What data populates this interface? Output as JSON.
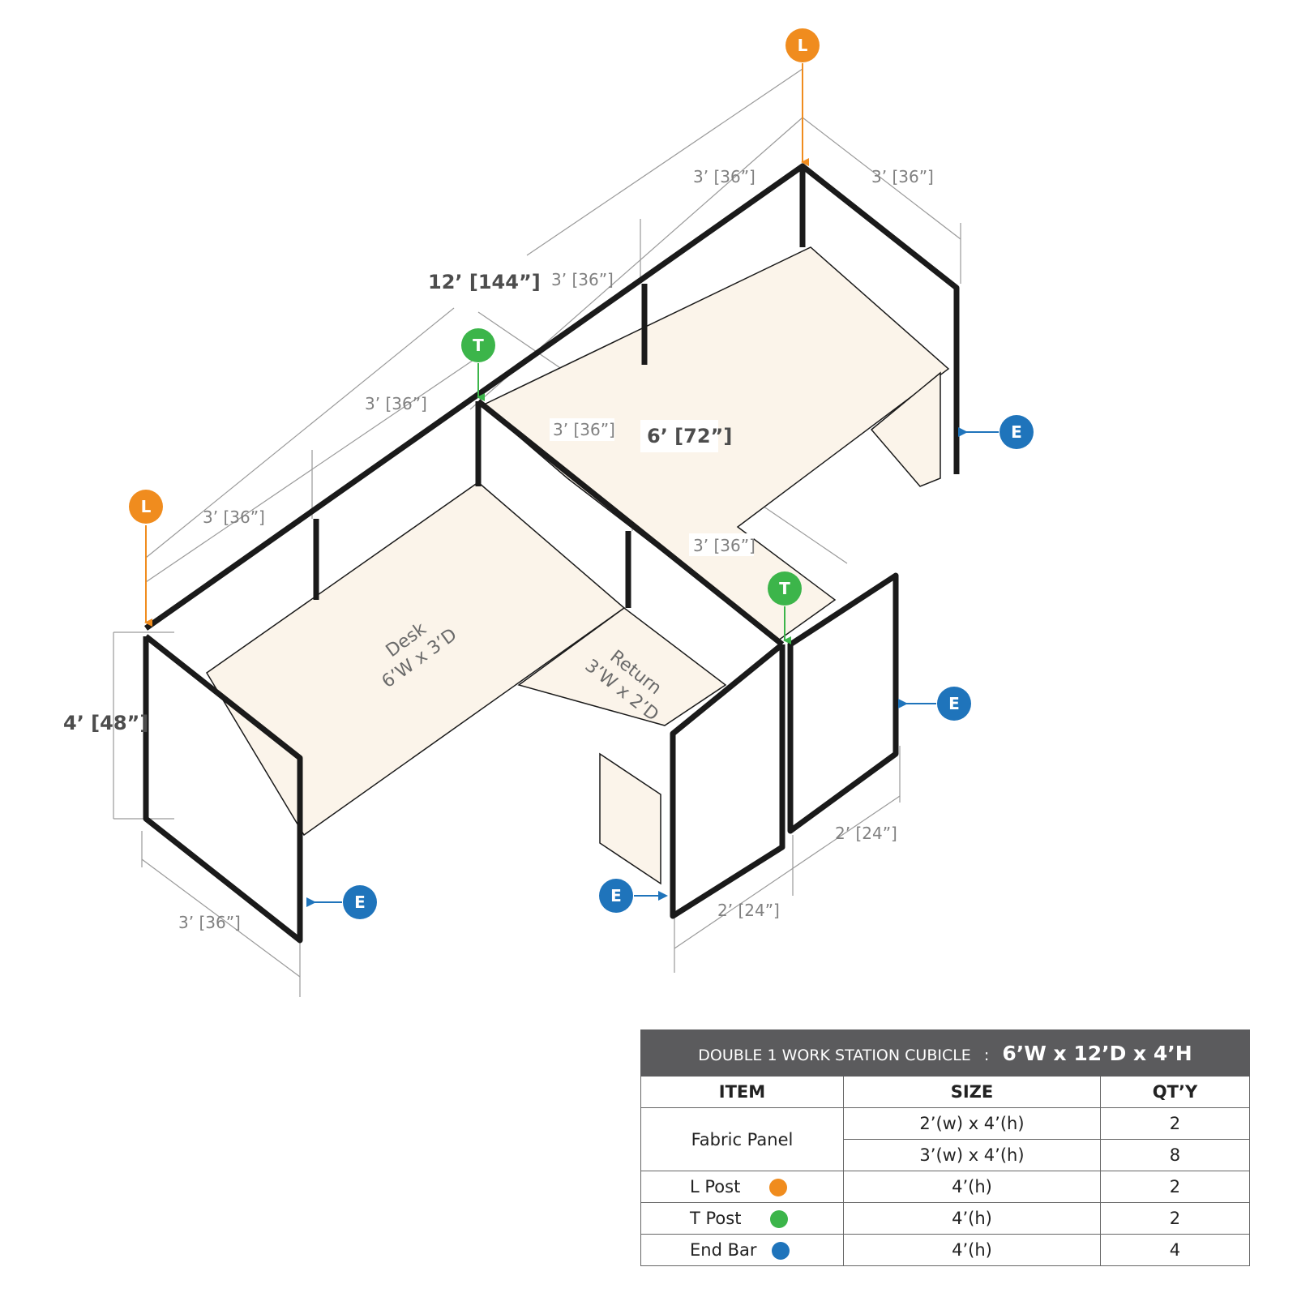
{
  "colors": {
    "l_post": "#f08c1e",
    "t_post": "#3cb54a",
    "end_bar": "#1f74bb",
    "desk_fill": "#fbf4ea",
    "frame": "#1a1a1a",
    "header_bg": "#5b5b5d"
  },
  "diagram": {
    "dimensions": {
      "overall_depth": "12’ [144”]",
      "overall_width": "6’ [72”]",
      "height": "4’ [48”]",
      "d_top_left": "3’ [36”]",
      "d_top_right": "3’ [36”]",
      "d_upper_mid": "3’ [36”]",
      "d_mid": "3’ [36”]",
      "d_lower": "3’ [36”]",
      "d_width_mid": "3’ [36”]",
      "d_width_low": "3’ [36”]",
      "d_bottom_left": "3’ [36”]",
      "d_front_right": "2’ [24”]",
      "d_front_left": "2’ [24”]"
    },
    "labels": {
      "desk_name": "Desk",
      "desk_size": "6’W x 3’D",
      "return_name": "Return",
      "return_size": "3’W x 2’D"
    },
    "callouts": {
      "l_letter": "L",
      "t_letter": "T",
      "e_letter": "E"
    }
  },
  "table": {
    "title": "DOUBLE 1 WORK STATION  CUBICLE",
    "separator": ":",
    "dimensions": "6’W x 12’D x 4’H",
    "headers": {
      "item": "ITEM",
      "size": "SIZE",
      "qty": "QT’Y"
    },
    "rows": [
      {
        "item": "Fabric Panel",
        "size": "2’(w) x 4’(h)",
        "qty": "2"
      },
      {
        "item": "",
        "size": "3’(w) x 4’(h)",
        "qty": "8"
      },
      {
        "item": "L Post",
        "size": "4’(h)",
        "qty": "2",
        "dot": "orange"
      },
      {
        "item": "T Post",
        "size": "4’(h)",
        "qty": "2",
        "dot": "green"
      },
      {
        "item": "End Bar",
        "size": "4’(h)",
        "qty": "4",
        "dot": "blue"
      }
    ]
  }
}
